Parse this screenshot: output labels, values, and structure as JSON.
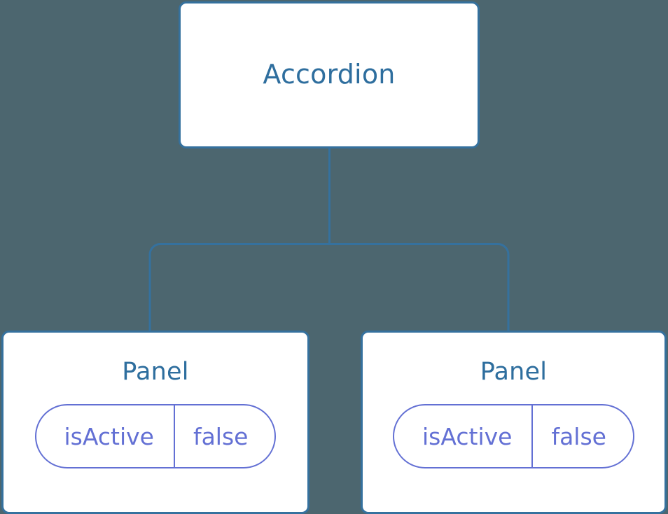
{
  "diagram": {
    "type": "component-tree",
    "background_color": "#4c666f",
    "node_border_color": "#35719e",
    "node_fill_color": "#ffffff",
    "node_title_color": "#2e6e9e",
    "prop_color": "#6370d4",
    "connector_color": "#35719e",
    "root": {
      "title": "Accordion"
    },
    "children": [
      {
        "title": "Panel",
        "prop": {
          "key": "isActive",
          "value": "false"
        }
      },
      {
        "title": "Panel",
        "prop": {
          "key": "isActive",
          "value": "false"
        }
      }
    ]
  }
}
